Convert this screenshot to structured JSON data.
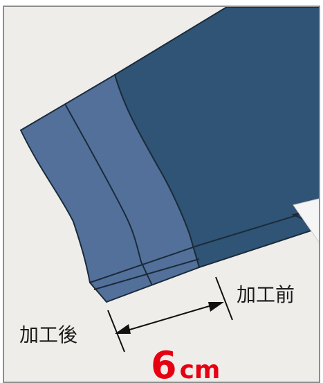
{
  "labels": {
    "before": "加工前",
    "after": "加工後"
  },
  "measurement": {
    "value": "6",
    "unit": "cm"
  },
  "colors": {
    "background": "#efedea",
    "sleeve_main": "#2f5475",
    "sleeve_band": "#52709a",
    "measurement": "#e60012"
  }
}
